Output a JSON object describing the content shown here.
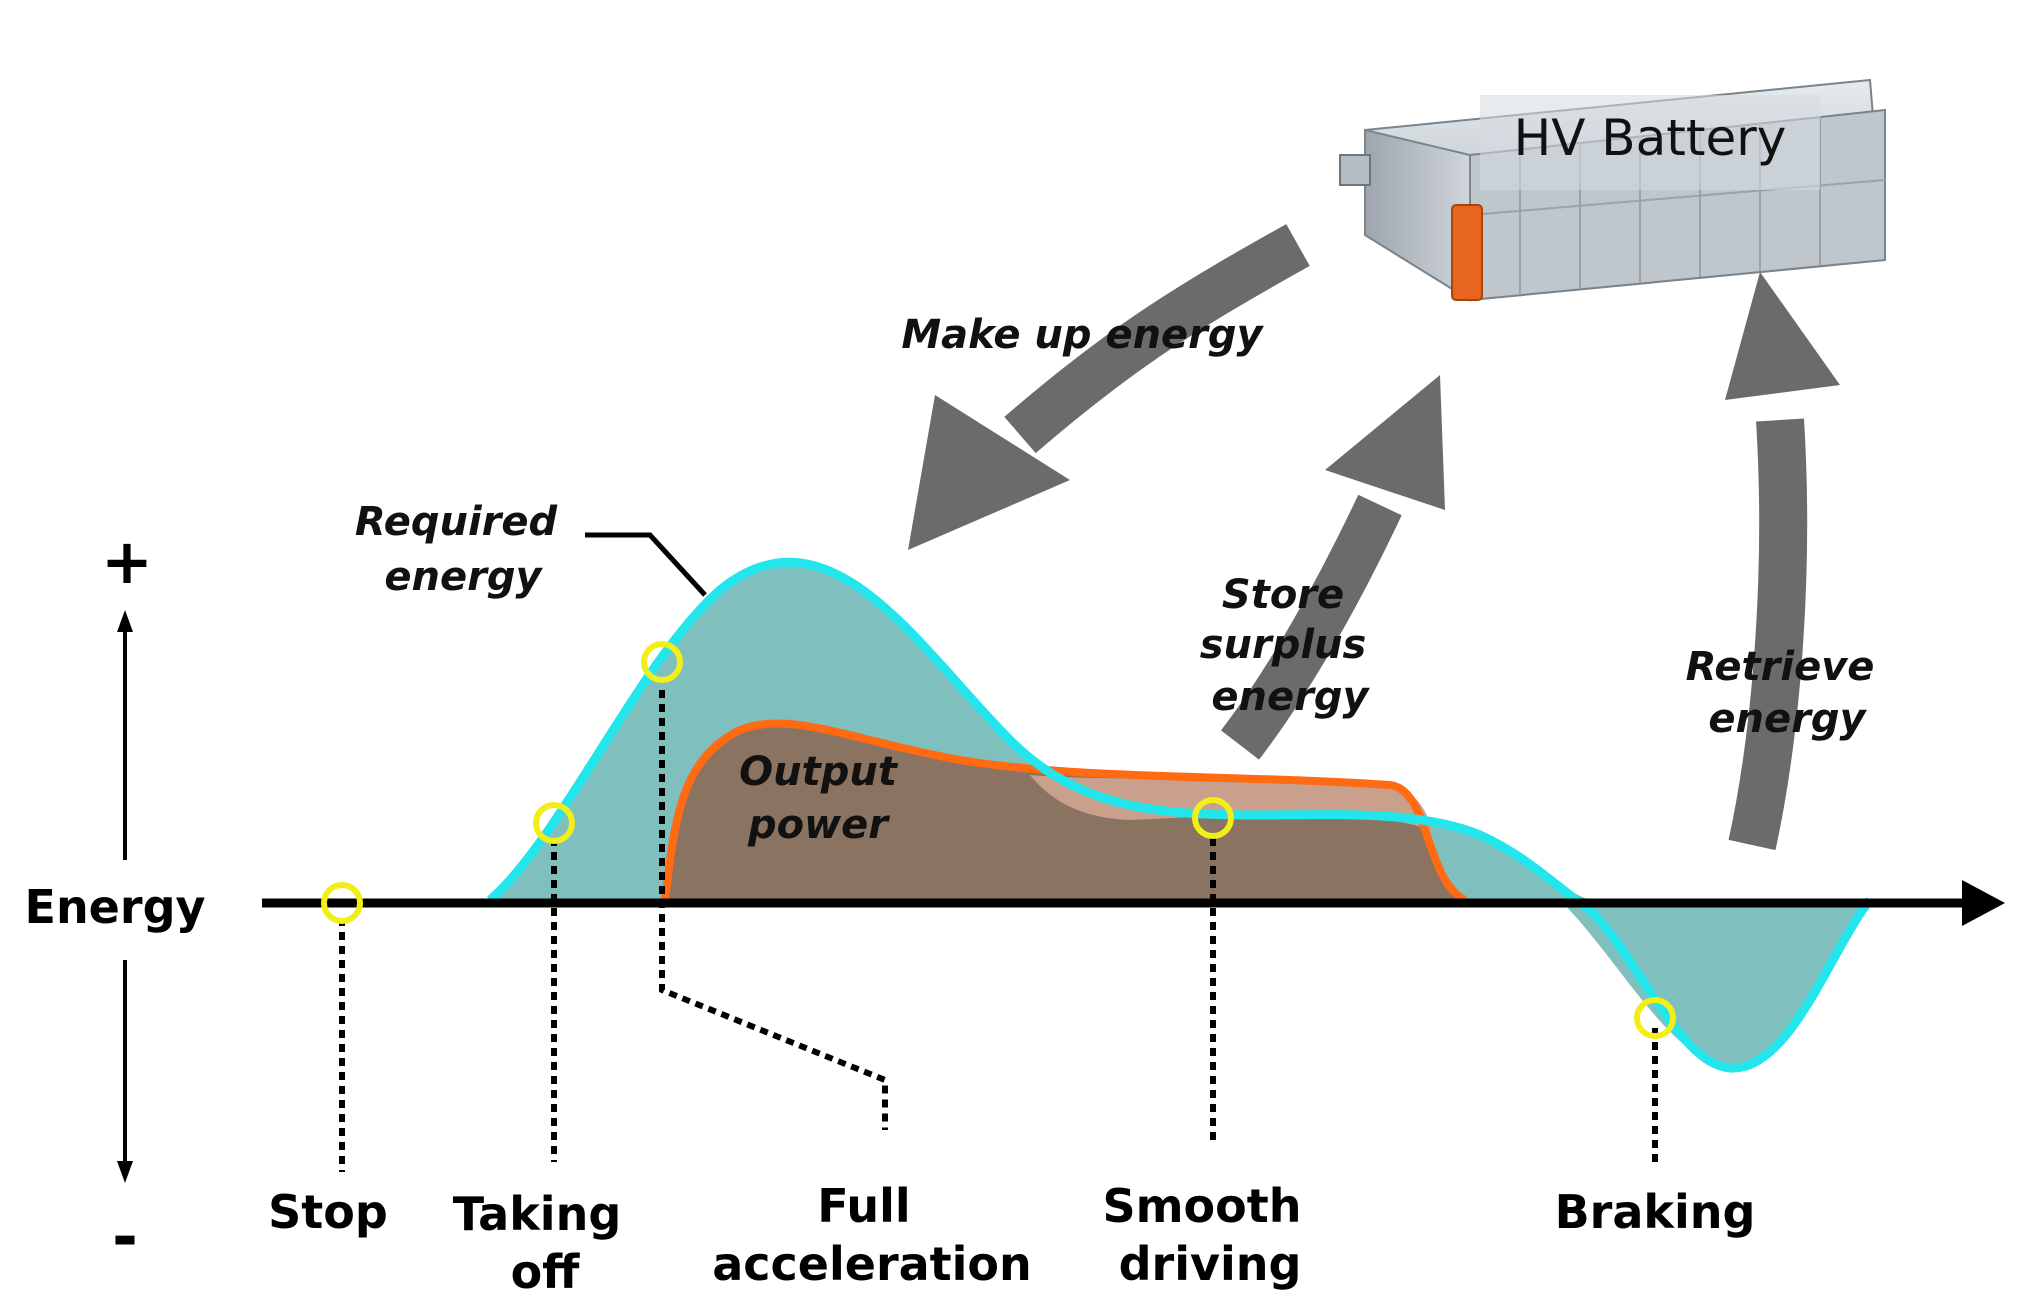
{
  "axis": {
    "plus": "+",
    "minus": "-",
    "label": "Energy"
  },
  "battery": {
    "label": "HV Battery"
  },
  "curves": {
    "required": "Required energy",
    "required_lines": [
      "Required",
      "energy"
    ],
    "output_lines": [
      "Output",
      "power"
    ]
  },
  "flows": {
    "make_up": "Make up energy",
    "store_lines": [
      "Store",
      "surplus",
      "energy"
    ],
    "retrieve_lines": [
      "Retrieve",
      "energy"
    ]
  },
  "phases": [
    {
      "lines": [
        "Stop"
      ]
    },
    {
      "lines": [
        "Taking",
        "off"
      ]
    },
    {
      "lines": [
        "Full",
        "acceleration"
      ]
    },
    {
      "lines": [
        "Smooth",
        "driving"
      ]
    },
    {
      "lines": [
        "Braking"
      ]
    }
  ],
  "colors": {
    "required_fill": "#7fbfbd",
    "required_stroke": "#22e6ec",
    "output_fill": "#8a7360",
    "output_light": "#c9a08c",
    "output_stroke": "#ff6a12",
    "arrow": "#6b6b6b",
    "marker": "#f2ee1a",
    "axis": "#000000"
  }
}
